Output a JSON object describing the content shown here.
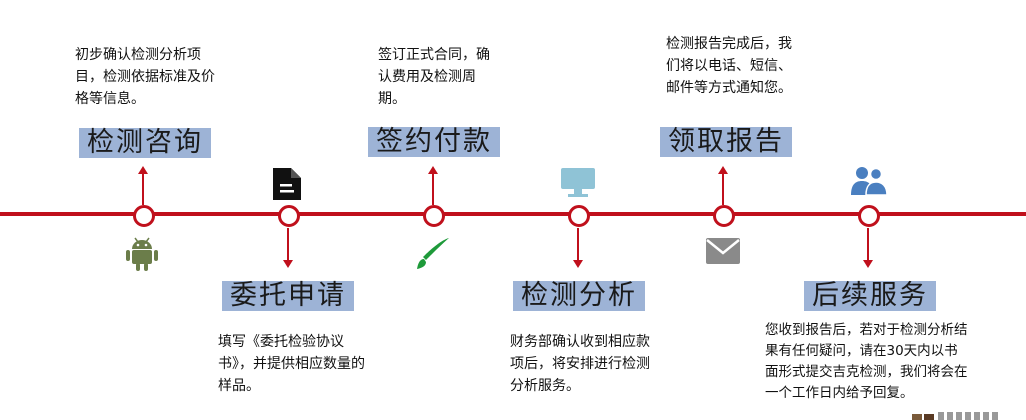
{
  "steps": [
    {
      "title": "检测咨询",
      "desc": "初步确认检测分析项目，检测依据标准及价格等信息。",
      "icon": "android-icon"
    },
    {
      "title": "委托申请",
      "desc": "填写《委托检验协议书》，并提供相应数量的样品。",
      "icon": "document-icon"
    },
    {
      "title": "签约付款",
      "desc": "签订正式合同，确认费用及检测周期。",
      "icon": "brush-icon"
    },
    {
      "title": "检测分析",
      "desc": "财务部确认收到相应款项后，将安排进行检测分析服务。",
      "icon": "monitor-icon"
    },
    {
      "title": "领取报告",
      "desc": "检测报告完成后，我们将以电话、短信、邮件等方式通知您。",
      "icon": "envelope-icon"
    },
    {
      "title": "后续服务",
      "desc": "您收到报告后，若对于检测分析结果有任何疑问，请在30天内以书面形式提交吉克检测，我们将会在一个工作日内给予回复。",
      "icon": "users-icon"
    }
  ],
  "colors": {
    "line": "#c0101c",
    "title_bg": "#9db3d6",
    "android": "#6b7d4a",
    "brush": "#1e9a3a",
    "monitor": "#8fc3d6",
    "envelope": "#8a8a8a",
    "users": "#4a7fc0"
  }
}
